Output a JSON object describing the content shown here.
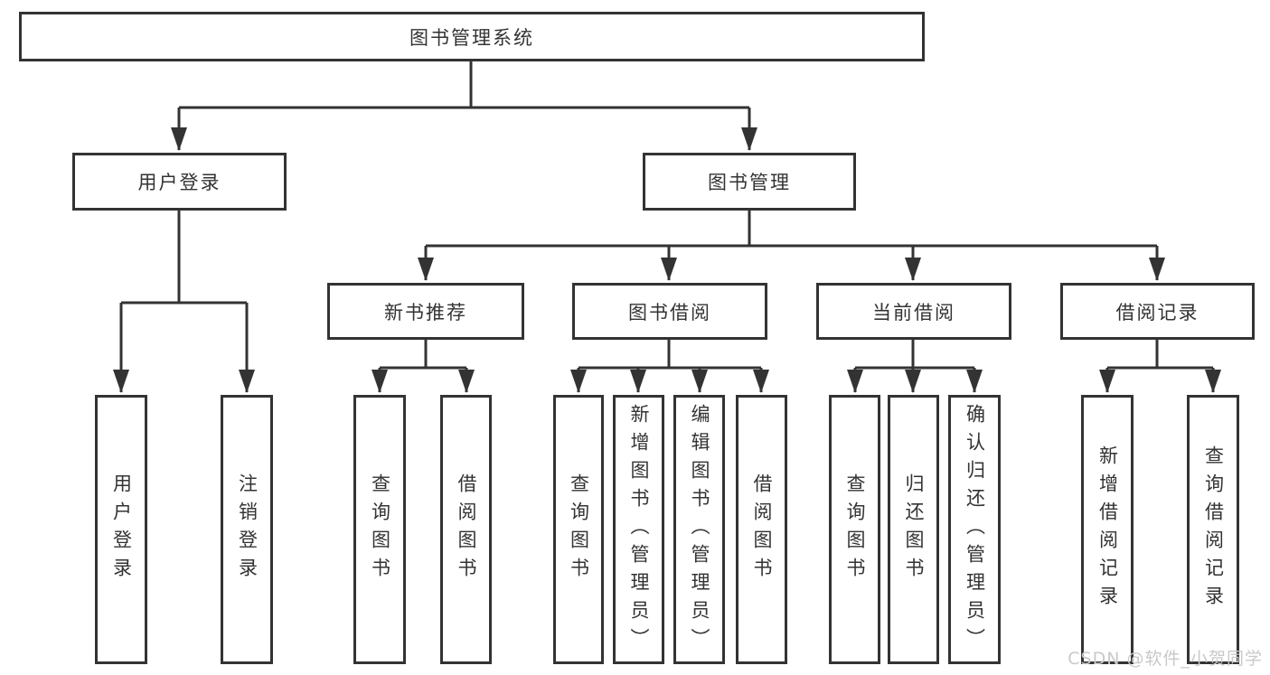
{
  "colors": {
    "line": "#333333",
    "text": "#333333",
    "watermark": "#c9c9c9",
    "background": "#ffffff"
  },
  "diagram": {
    "root": {
      "label": "图书管理系统"
    },
    "branches": [
      {
        "label": "用户登录",
        "children": [
          {
            "label": "用户登录"
          },
          {
            "label": "注销登录"
          }
        ]
      },
      {
        "label": "图书管理",
        "children": [
          {
            "label": "新书推荐",
            "children": [
              {
                "label": "查询图书"
              },
              {
                "label": "借阅图书"
              }
            ]
          },
          {
            "label": "图书借阅",
            "children": [
              {
                "label": "查询图书"
              },
              {
                "label": "新增图书（管理员）"
              },
              {
                "label": "编辑图书（管理员）"
              },
              {
                "label": "借阅图书"
              }
            ]
          },
          {
            "label": "当前借阅",
            "children": [
              {
                "label": "查询图书"
              },
              {
                "label": "归还图书"
              },
              {
                "label": "确认归还（管理员）"
              }
            ]
          },
          {
            "label": "借阅记录",
            "children": [
              {
                "label": "新增借阅记录"
              },
              {
                "label": "查询借阅记录"
              }
            ]
          }
        ]
      }
    ]
  },
  "watermark": {
    "text": "CSDN @软件_小贺同学"
  }
}
